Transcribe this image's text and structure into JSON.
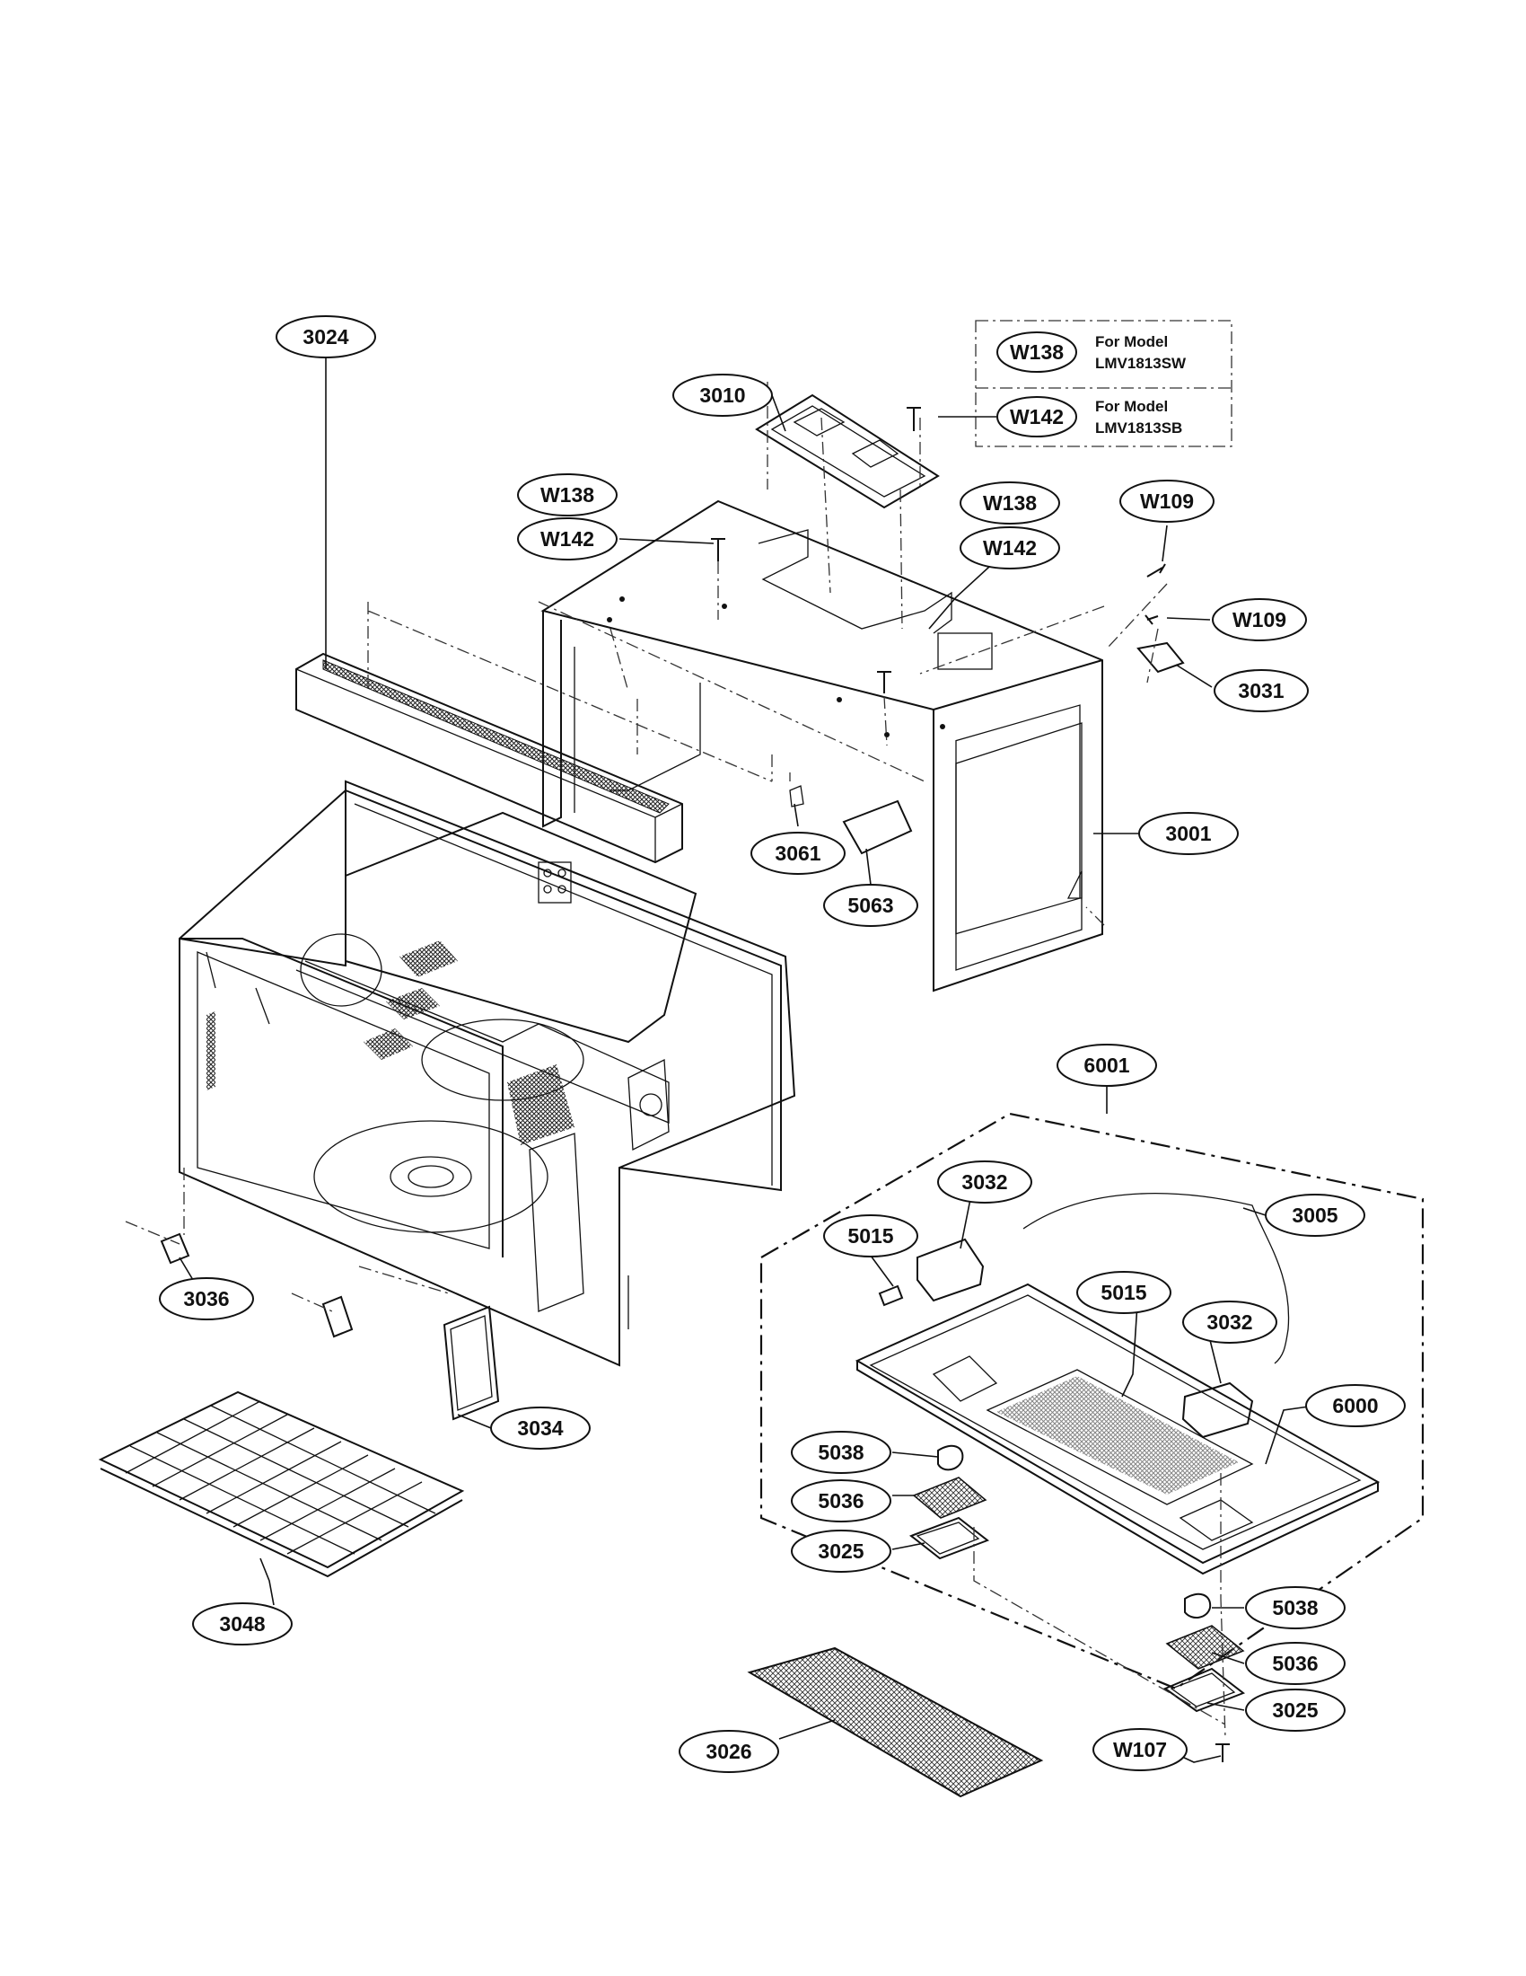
{
  "legend": [
    {
      "part": "W138",
      "line1": "For Model",
      "line2": "LMV1813SW"
    },
    {
      "part": "W142",
      "line1": "For Model",
      "line2": "LMV1813SB"
    }
  ],
  "callouts": {
    "c3010": "3010",
    "cW138a": "W138",
    "cW142a": "W142",
    "cW138b": "W138",
    "cW142b": "W142",
    "cW109a": "W109",
    "cW109b": "W109",
    "c3024": "3024",
    "c3031": "3031",
    "c3061": "3061",
    "c3001": "3001",
    "c5063": "5063",
    "c6001": "6001",
    "c3032a": "3032",
    "c3005": "3005",
    "c5015a": "5015",
    "c5015b": "5015",
    "c3032b": "3032",
    "c6000": "6000",
    "c3036": "3036",
    "c3034": "3034",
    "c5038a": "5038",
    "c5036a": "5036",
    "c3025a": "3025",
    "c5038b": "5038",
    "c5036b": "5036",
    "c3025b": "3025",
    "c3048": "3048",
    "c3026": "3026",
    "cW107": "W107"
  }
}
